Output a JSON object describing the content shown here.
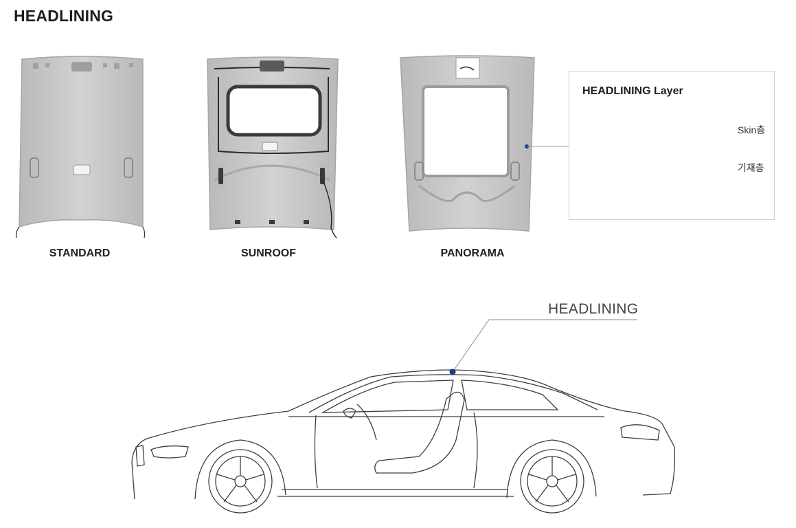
{
  "title": "HEADLINING",
  "variants": [
    {
      "label": "STANDARD"
    },
    {
      "label": "SUNROOF"
    },
    {
      "label": "PANORAMA"
    }
  ],
  "layer_panel": {
    "title": "HEADLINING Layer",
    "labels": [
      "Skin층",
      "기재층"
    ]
  },
  "car_callout": "HEADLINING",
  "colors": {
    "headliner_fill": "#c9c9c9",
    "headliner_edge": "#a9a9a9",
    "accent_dot": "#1a3f8a",
    "line": "#555555"
  }
}
